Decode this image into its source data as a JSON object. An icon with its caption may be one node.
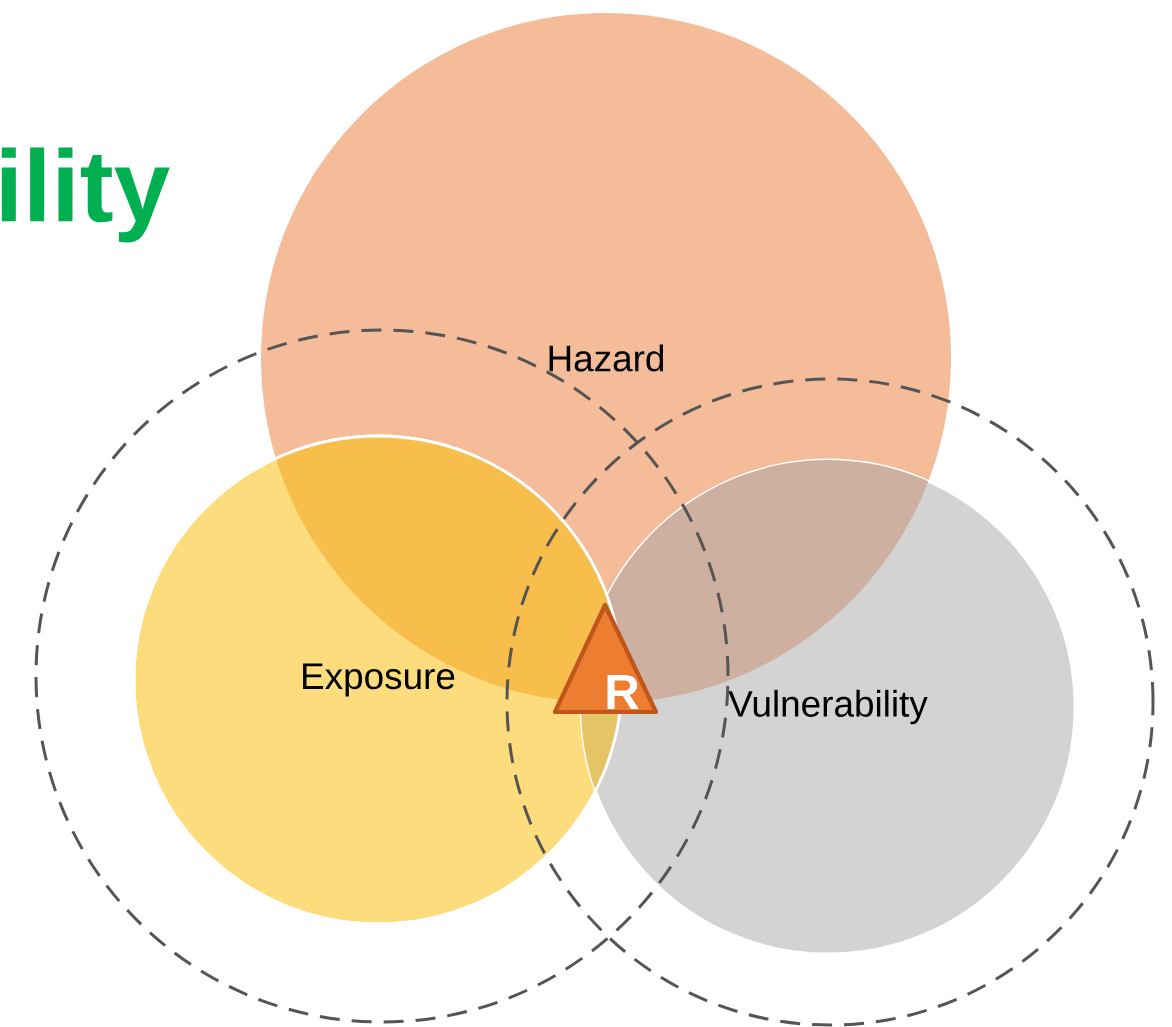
{
  "diagram": {
    "nodes": [
      {
        "text": [
          "Hazard"
        ]
      },
      {
        "text": [],
        "shape": "circle"
      },
      {
        "text": [
          "Exposure"
        ],
        "in": 1
      },
      {
        "text": [],
        "shape": "circle"
      },
      {
        "text": [
          "Vulnerability"
        ],
        "in": 3
      },
      {
        "text": [
          "R"
        ]
      }
    ],
    "labels": [
      "ility"
    ]
  }
}
